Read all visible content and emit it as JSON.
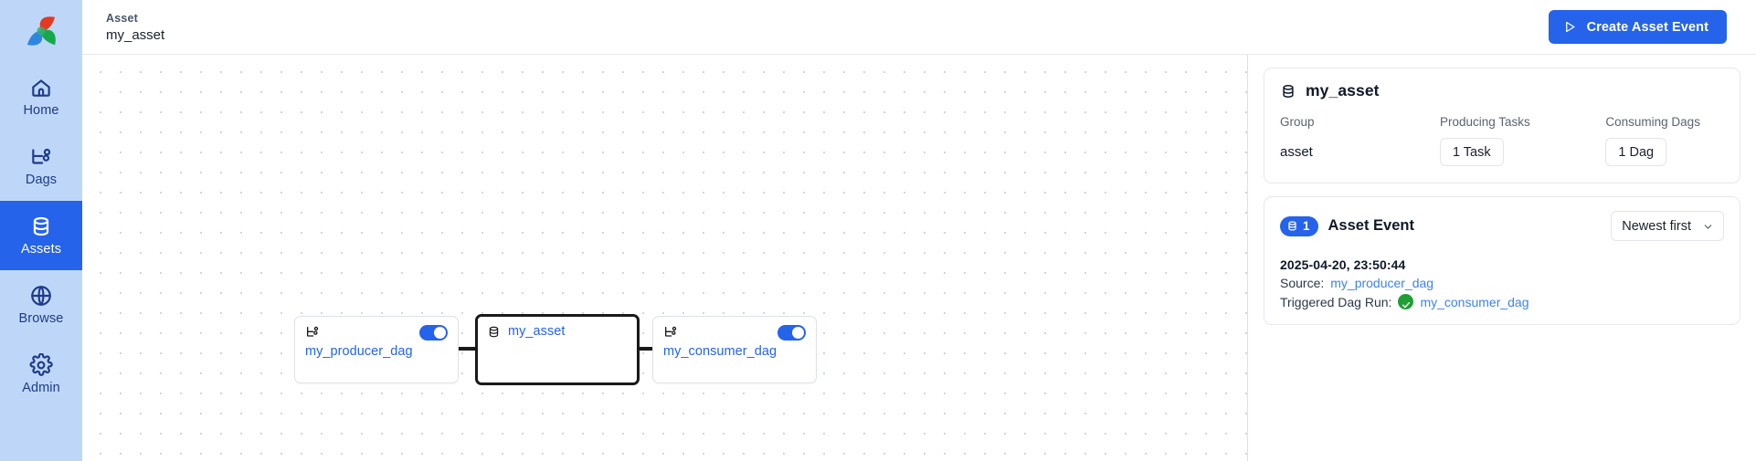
{
  "sidebar": {
    "logo_name": "airflow-pinwheel-logo",
    "items": [
      {
        "label": "Home",
        "icon": "home-icon",
        "active": false
      },
      {
        "label": "Dags",
        "icon": "dag-icon",
        "active": false
      },
      {
        "label": "Assets",
        "icon": "assets-database-icon",
        "active": true
      },
      {
        "label": "Browse",
        "icon": "globe-icon",
        "active": false
      },
      {
        "label": "Admin",
        "icon": "gear-icon",
        "active": false
      }
    ]
  },
  "header": {
    "breadcrumb_label": "Asset",
    "title": "my_asset",
    "create_button_label": "Create Asset Event"
  },
  "graph": {
    "nodes": [
      {
        "id": "producer",
        "label": "my_producer_dag",
        "type": "dag",
        "toggle_on": true,
        "selected": false
      },
      {
        "id": "asset",
        "label": "my_asset",
        "type": "asset",
        "toggle_on": false,
        "selected": true
      },
      {
        "id": "consumer",
        "label": "my_consumer_dag",
        "type": "dag",
        "toggle_on": true,
        "selected": false
      }
    ]
  },
  "summary": {
    "asset_name": "my_asset",
    "fields": [
      {
        "label": "Group",
        "value": "asset"
      },
      {
        "label": "Producing Tasks",
        "value": "1 Task"
      },
      {
        "label": "Consuming Dags",
        "value": "1 Dag"
      }
    ]
  },
  "events": {
    "count": "1",
    "title": "Asset Event",
    "sort_value": "Newest first",
    "list": [
      {
        "timestamp": "2025-04-20, 23:50:44",
        "source_label": "Source:",
        "source_value": "my_producer_dag",
        "triggered_label": "Triggered Dag Run:",
        "triggered_value": "my_consumer_dag",
        "status": "success"
      }
    ]
  },
  "colors": {
    "accent": "#2563eb",
    "sidebar_bg": "#bed7f8",
    "link": "#3b82f6",
    "success": "#1f9e35",
    "node_selected_border": "#1a1a1a"
  }
}
